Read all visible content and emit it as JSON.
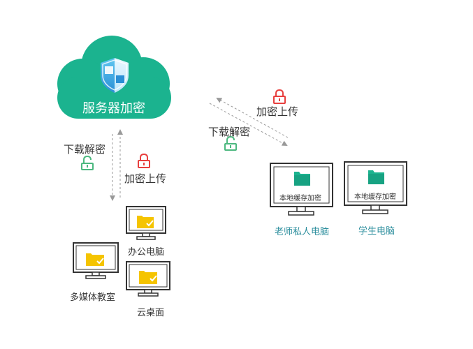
{
  "server": {
    "label": "服务器加密"
  },
  "left_link": {
    "download_label": "下载解密",
    "upload_label": "加密上传"
  },
  "right_link": {
    "upload_label": "加密上传",
    "download_label": "下载解密"
  },
  "clients": {
    "office": "办公电脑",
    "multimedia": "多媒体教室",
    "cloud_desktop": "云桌面",
    "teacher": {
      "screen": "本地缓存加密",
      "caption": "老师私人电脑"
    },
    "student": {
      "screen": "本地缓存加密",
      "caption": "学生电脑"
    }
  },
  "colors": {
    "cloud": "#1bb38f",
    "lock_red": "#e8403f",
    "lock_green": "#4cb87f",
    "folder_yellow": "#f5c400",
    "folder_teal": "#1bb38f",
    "caption_teal": "#2a8d9c",
    "arrow": "#999999"
  }
}
